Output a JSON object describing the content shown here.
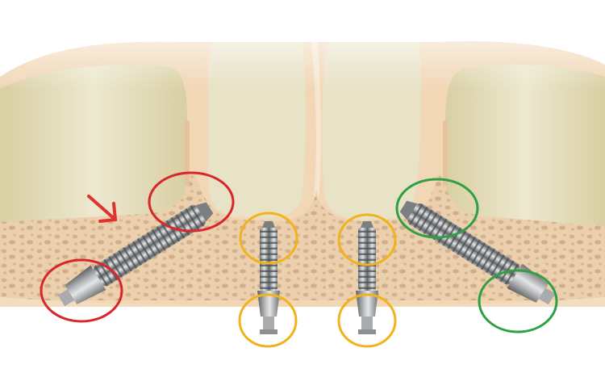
{
  "colors": {
    "background": "#ffffff",
    "bone_cortical": "#f1d3b2",
    "bone_cancellous": "#e9c9a8",
    "sinus_cavity": "#e6dfc1",
    "implant_metal": "#8a8d90",
    "implant_highlight": "#d9dadb",
    "marker_red": "#d9262b",
    "marker_yellow": "#f2b21c",
    "marker_green": "#2ea043",
    "arrow_red": "#e0322f"
  },
  "icons": {
    "arrow": "arrow-down-right-icon"
  },
  "implants": [
    {
      "id": "tilted-left",
      "marker_color": "red",
      "marker_count": 2,
      "angle_deg": -58
    },
    {
      "id": "straight-center-left",
      "marker_color": "yellow",
      "marker_count": 2,
      "angle_deg": 0
    },
    {
      "id": "straight-center-right",
      "marker_color": "yellow",
      "marker_count": 2,
      "angle_deg": 0
    },
    {
      "id": "tilted-right",
      "marker_color": "green",
      "marker_count": 2,
      "angle_deg": 58
    }
  ]
}
